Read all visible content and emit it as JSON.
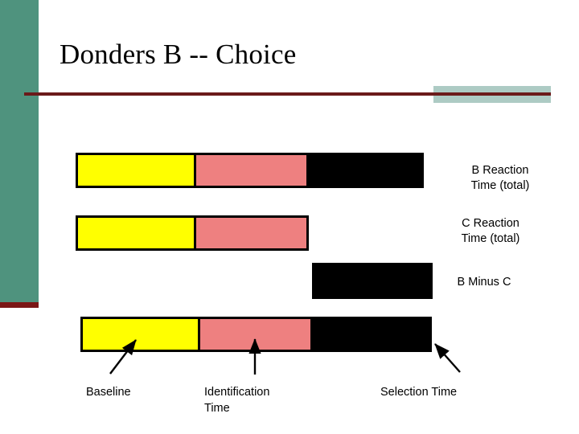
{
  "slide": {
    "title": "Donders B -- Choice",
    "theme": {
      "sidebar_green": "#4F937E",
      "accent_dark_red": "#7B1616",
      "rule_sage": "#ADCBC4",
      "segment_yellow": "#FFFF00",
      "segment_pink": "#EE8080",
      "segment_black": "#000000",
      "background": "#FFFFFF",
      "text": "#000000"
    }
  },
  "chart_data": {
    "type": "bar",
    "orientation": "horizontal-stacked",
    "title": "Donders B -- Choice",
    "xlabel": "",
    "ylabel": "",
    "grid": false,
    "legend_position": "bottom",
    "segment_names": [
      "Baseline",
      "Identification Time",
      "Selection Time"
    ],
    "segment_colors": [
      "#FFFF00",
      "#EE8080",
      "#000000"
    ],
    "categories": [
      "B Reaction Time (total)",
      "C Reaction Time (total)",
      "B Minus C"
    ],
    "series": [
      {
        "name": "Baseline",
        "values": [
          147,
          147,
          0
        ]
      },
      {
        "name": "Identification Time",
        "values": [
          140,
          140,
          0
        ]
      },
      {
        "name": "Selection Time",
        "values": [
          146,
          0,
          150
        ]
      }
    ],
    "bars": [
      {
        "label": "B Reaction Time (total)",
        "offset": 0,
        "segments": [
          {
            "name": "Baseline",
            "color": "#FFFF00",
            "length": 147
          },
          {
            "name": "Identification Time",
            "color": "#EE8080",
            "length": 140
          },
          {
            "name": "Selection Time",
            "color": "#000000",
            "length": 146
          }
        ]
      },
      {
        "label": "C Reaction Time (total)",
        "offset": 0,
        "segments": [
          {
            "name": "Baseline",
            "color": "#FFFF00",
            "length": 147
          },
          {
            "name": "Identification Time",
            "color": "#EE8080",
            "length": 143
          }
        ]
      },
      {
        "label": "B Minus C",
        "offset": 294,
        "segments": [
          {
            "name": "Selection Time",
            "color": "#000000",
            "length": 150
          }
        ]
      },
      {
        "label": "legend-key-bar",
        "offset": 6,
        "segments": [
          {
            "name": "Baseline",
            "color": "#FFFF00",
            "length": 146
          },
          {
            "name": "Identification Time",
            "color": "#EE8080",
            "length": 140
          },
          {
            "name": "Selection Time",
            "color": "#000000",
            "length": 151
          }
        ]
      }
    ]
  },
  "right_labels": {
    "b_reaction": "B Reaction\nTime (total)",
    "c_reaction": "C Reaction\nTime (total)",
    "b_minus_c": "B Minus C"
  },
  "bottom_labels": {
    "baseline": "Baseline",
    "identification": "Identification\nTime",
    "selection": "Selection Time"
  }
}
